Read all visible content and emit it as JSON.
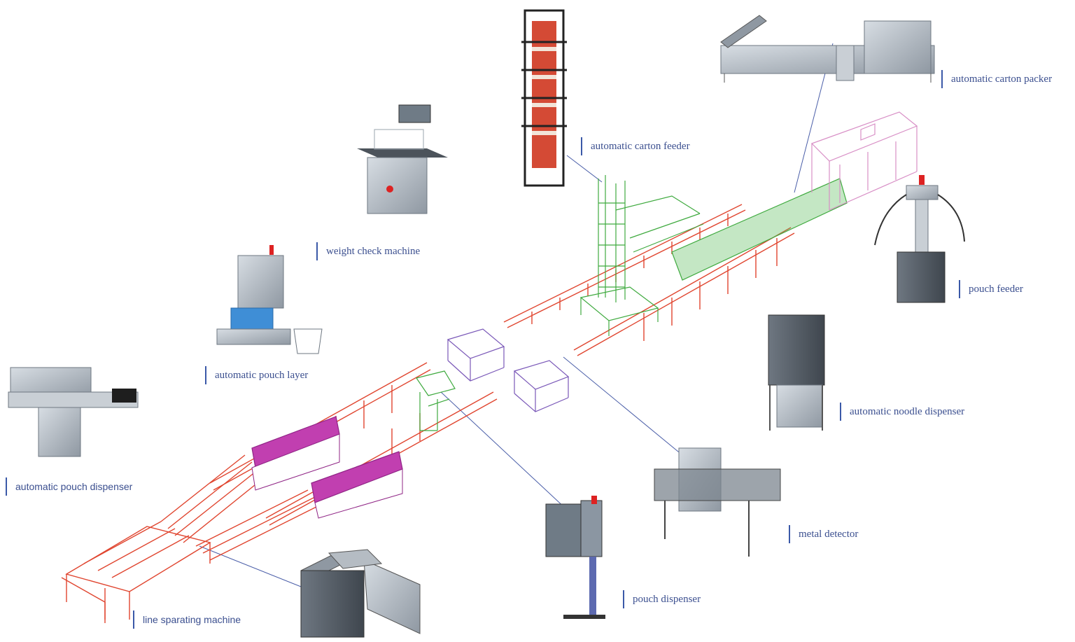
{
  "colors": {
    "label_text": "#3b4f8f",
    "label_bar": "#3b59a8",
    "conveyor_red": "#e0452f",
    "tunnel_magenta": "#b0309c",
    "outline_purple": "#7a58b8",
    "green_line": "#3faa3f",
    "pink_packer": "#d88fc6",
    "machine_steel": "#9ea6ae",
    "leader_line": "#4a5ea8"
  },
  "labels": {
    "automatic_carton_packer": "automatic carton packer",
    "automatic_carton_feeder": "automatic carton feeder",
    "weight_check_machine": "weight check machine",
    "pouch_feeder": "pouch feeder",
    "automatic_pouch_layer": "automatic pouch layer",
    "automatic_noodle_dispenser": "automatic noodle dispenser",
    "automatic_pouch_dispenser": "automatic pouch dispenser",
    "metal_detector": "metal detector",
    "pouch_dispenser": "pouch dispenser",
    "line_separating_machine": "line sparating machine"
  }
}
